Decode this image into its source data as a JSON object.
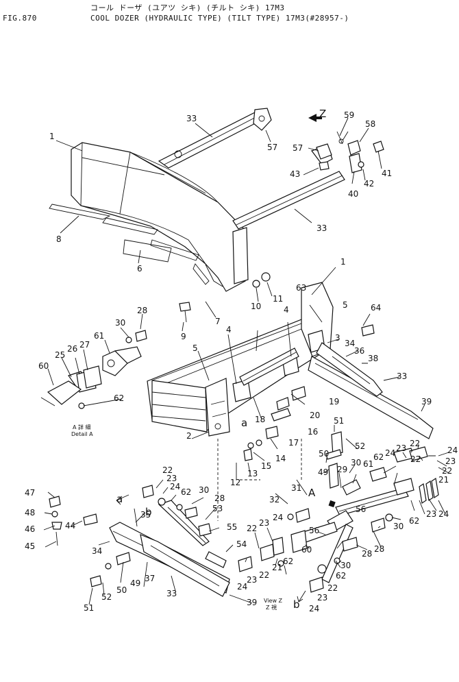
{
  "header": {
    "fig_number": "FIG.870",
    "title_kana": "コール ドーザ (ユアツ シキ) (チルト シキ) 17M3",
    "title": "COOL DOZER (HYDRAULIC TYPE) (TILT TYPE) 17M3(#28957-)"
  },
  "annotations": {
    "view_z_arrow": "Z",
    "detail_a_jp": "A 詳 細",
    "detail_a": "Detail A",
    "view_z": "View Z",
    "view_z_jp": "Z 視",
    "letter_a": "a",
    "letter_b": "b",
    "letter_A": "A"
  },
  "callouts": [
    "1",
    "2",
    "3",
    "4",
    "5",
    "6",
    "7",
    "8",
    "9",
    "10",
    "11",
    "12",
    "13",
    "14",
    "15",
    "16",
    "17",
    "18",
    "19",
    "20",
    "21",
    "22",
    "23",
    "24",
    "25",
    "26",
    "27",
    "28",
    "29",
    "30",
    "31",
    "32",
    "33",
    "34",
    "35",
    "36",
    "37",
    "38",
    "39",
    "40",
    "41",
    "42",
    "43",
    "44",
    "45",
    "46",
    "47",
    "48",
    "49",
    "50",
    "51",
    "52",
    "53",
    "54",
    "55",
    "56",
    "57",
    "58",
    "59",
    "60",
    "61",
    "62",
    "63",
    "64"
  ]
}
